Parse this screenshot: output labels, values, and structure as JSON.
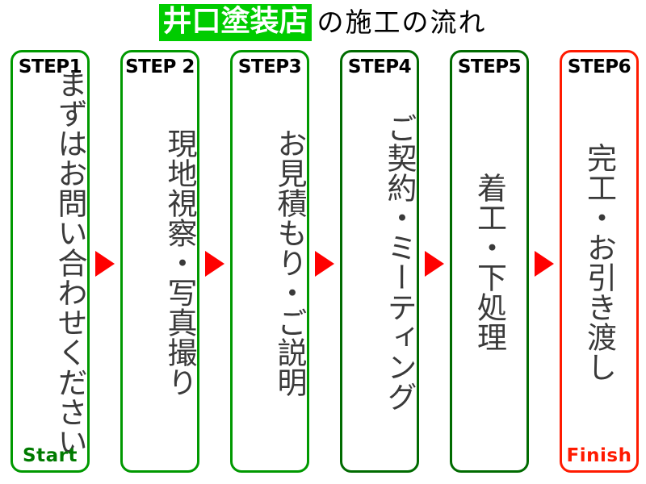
{
  "title": {
    "highlight": "井口塗装店",
    "rest": "の施工の流れ"
  },
  "colors": {
    "highlight_bg": "#00cc00",
    "box_border_green": "#009900",
    "box_border_dark_green": "#006b00",
    "box_border_red": "#ff1a00",
    "arrow_red": "#ff0000",
    "start_text": "#007a00",
    "finish_text": "#ff1a00"
  },
  "steps": [
    {
      "label": "STEP1",
      "text": "まずはお問い合わせください",
      "footer": "Start",
      "footer_kind": "start",
      "border": "green",
      "align": "top"
    },
    {
      "label": "STEP 2",
      "text": "現地視察・写真撮り",
      "footer": "",
      "footer_kind": "none",
      "border": "green",
      "align": "top"
    },
    {
      "label": "STEP3",
      "text": "お見積もり・ご説明",
      "footer": "",
      "footer_kind": "none",
      "border": "green",
      "align": "top"
    },
    {
      "label": "STEP4",
      "text": "ご契約・ミーティング",
      "footer": "",
      "footer_kind": "none",
      "border": "dark",
      "align": "top"
    },
    {
      "label": "STEP5",
      "text": "着工・下処理",
      "footer": "",
      "footer_kind": "none",
      "border": "dark",
      "align": "center"
    },
    {
      "label": "STEP6",
      "text": "完工・お引き渡し",
      "footer": "Finish",
      "footer_kind": "finish",
      "border": "red",
      "align": "center"
    }
  ],
  "arrows": [
    {
      "name": "arrow-1-to-2"
    },
    {
      "name": "arrow-2-to-3"
    },
    {
      "name": "arrow-3-to-4"
    },
    {
      "name": "arrow-4-to-5"
    },
    {
      "name": "arrow-5-to-6"
    }
  ]
}
